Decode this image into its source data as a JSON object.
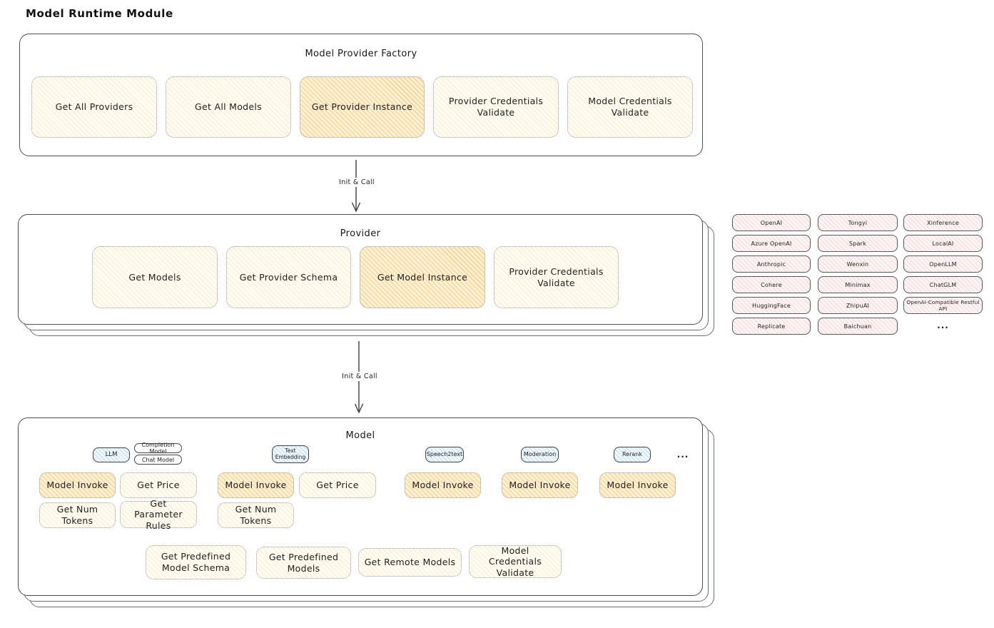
{
  "title": "Model Runtime Module",
  "factory": {
    "title": "Model Provider Factory",
    "buttons": [
      {
        "label": "Get All Providers",
        "highlighted": false
      },
      {
        "label": "Get All Models",
        "highlighted": false
      },
      {
        "label": "Get Provider Instance",
        "highlighted": true
      },
      {
        "label": "Provider Credentials Validate",
        "highlighted": false
      },
      {
        "label": "Model Credentials Validate",
        "highlighted": false
      }
    ]
  },
  "arrows": {
    "init_call_1": "Init & Call",
    "init_call_2": "Init & Call"
  },
  "provider": {
    "title": "Provider",
    "buttons": [
      {
        "label": "Get Models",
        "highlighted": false
      },
      {
        "label": "Get Provider Schema",
        "highlighted": false
      },
      {
        "label": "Get Model Instance",
        "highlighted": true
      },
      {
        "label": "Provider Credentials Validate",
        "highlighted": false
      }
    ]
  },
  "providers_grid": {
    "rows": [
      [
        "OpenAI",
        "Tongyi",
        "Xinference"
      ],
      [
        "Azure OpenAI",
        "Spark",
        "LocalAI"
      ],
      [
        "Anthropic",
        "Wenxin",
        "OpenLLM"
      ],
      [
        "Cohere",
        "Minimax",
        "ChatGLM"
      ],
      [
        "HuggingFace",
        "ZhipuAI",
        "OpenAI-Compatible Restful API"
      ],
      [
        "Replicate",
        "Baichuan"
      ]
    ],
    "more": "..."
  },
  "model": {
    "title": "Model",
    "types": {
      "llm": "LLM",
      "completion": "Completion Model",
      "chat": "Chat Model",
      "text_embedding": "Text Embedding",
      "speech2text": "Speech2text",
      "moderation": "Moderation",
      "rerank": "Rerank",
      "more": "..."
    },
    "ops": {
      "llm_invoke": "Model Invoke",
      "llm_get_price": "Get Price",
      "llm_get_num_tokens": "Get Num Tokens",
      "llm_get_parameter_rules": "Get Parameter Rules",
      "embed_invoke": "Model Invoke",
      "embed_get_price": "Get Price",
      "embed_get_num_tokens": "Get Num Tokens",
      "speech2text_invoke": "Model Invoke",
      "moderation_invoke": "Model Invoke",
      "rerank_invoke": "Model Invoke",
      "get_predefined_model_schema": "Get Predefined Model Schema",
      "get_predefined_models": "Get Predefined Models",
      "get_remote_models": "Get Remote Models",
      "model_credentials_validate": "Model Credentials Validate"
    }
  },
  "colors": {
    "accent_yellow": "#fff9e6",
    "accent_orange": "#fbe7c2",
    "accent_pink": "#fbecec",
    "accent_blue": "#e8f3fc",
    "stroke_dark": "#4a4d52"
  }
}
